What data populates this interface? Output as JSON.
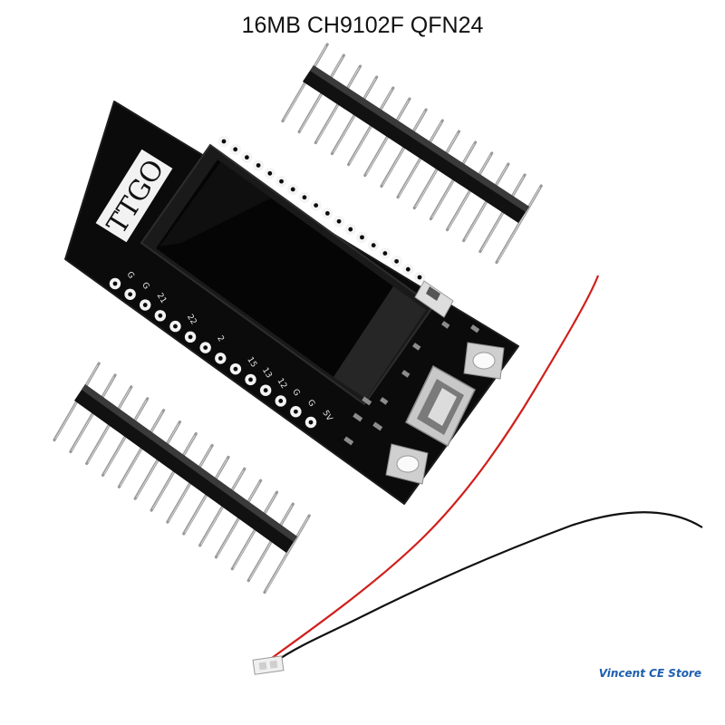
{
  "caption": "16MB CH9102F QFN24",
  "watermark": "Vincent CE Store",
  "board": {
    "logo_text": "TTGO",
    "top_row_labels": [
      "",
      "",
      "",
      "",
      "",
      "",
      "",
      "",
      "",
      "",
      "",
      "",
      "",
      "",
      "",
      "",
      "",
      ""
    ],
    "bottom_row_labels": [
      "G",
      "G",
      "21",
      "",
      "22",
      "",
      "2",
      "",
      "15",
      "13",
      "12",
      "G",
      "G",
      "5V"
    ]
  },
  "colors": {
    "pcb": "#0b0b0b",
    "pad": "#f4f4f4",
    "screen": "#050505",
    "wire_red": "#d0201c",
    "wire_black": "#111111",
    "connector": "#efefef",
    "header_body": "#111111",
    "header_pin": "#9a9a9a"
  }
}
